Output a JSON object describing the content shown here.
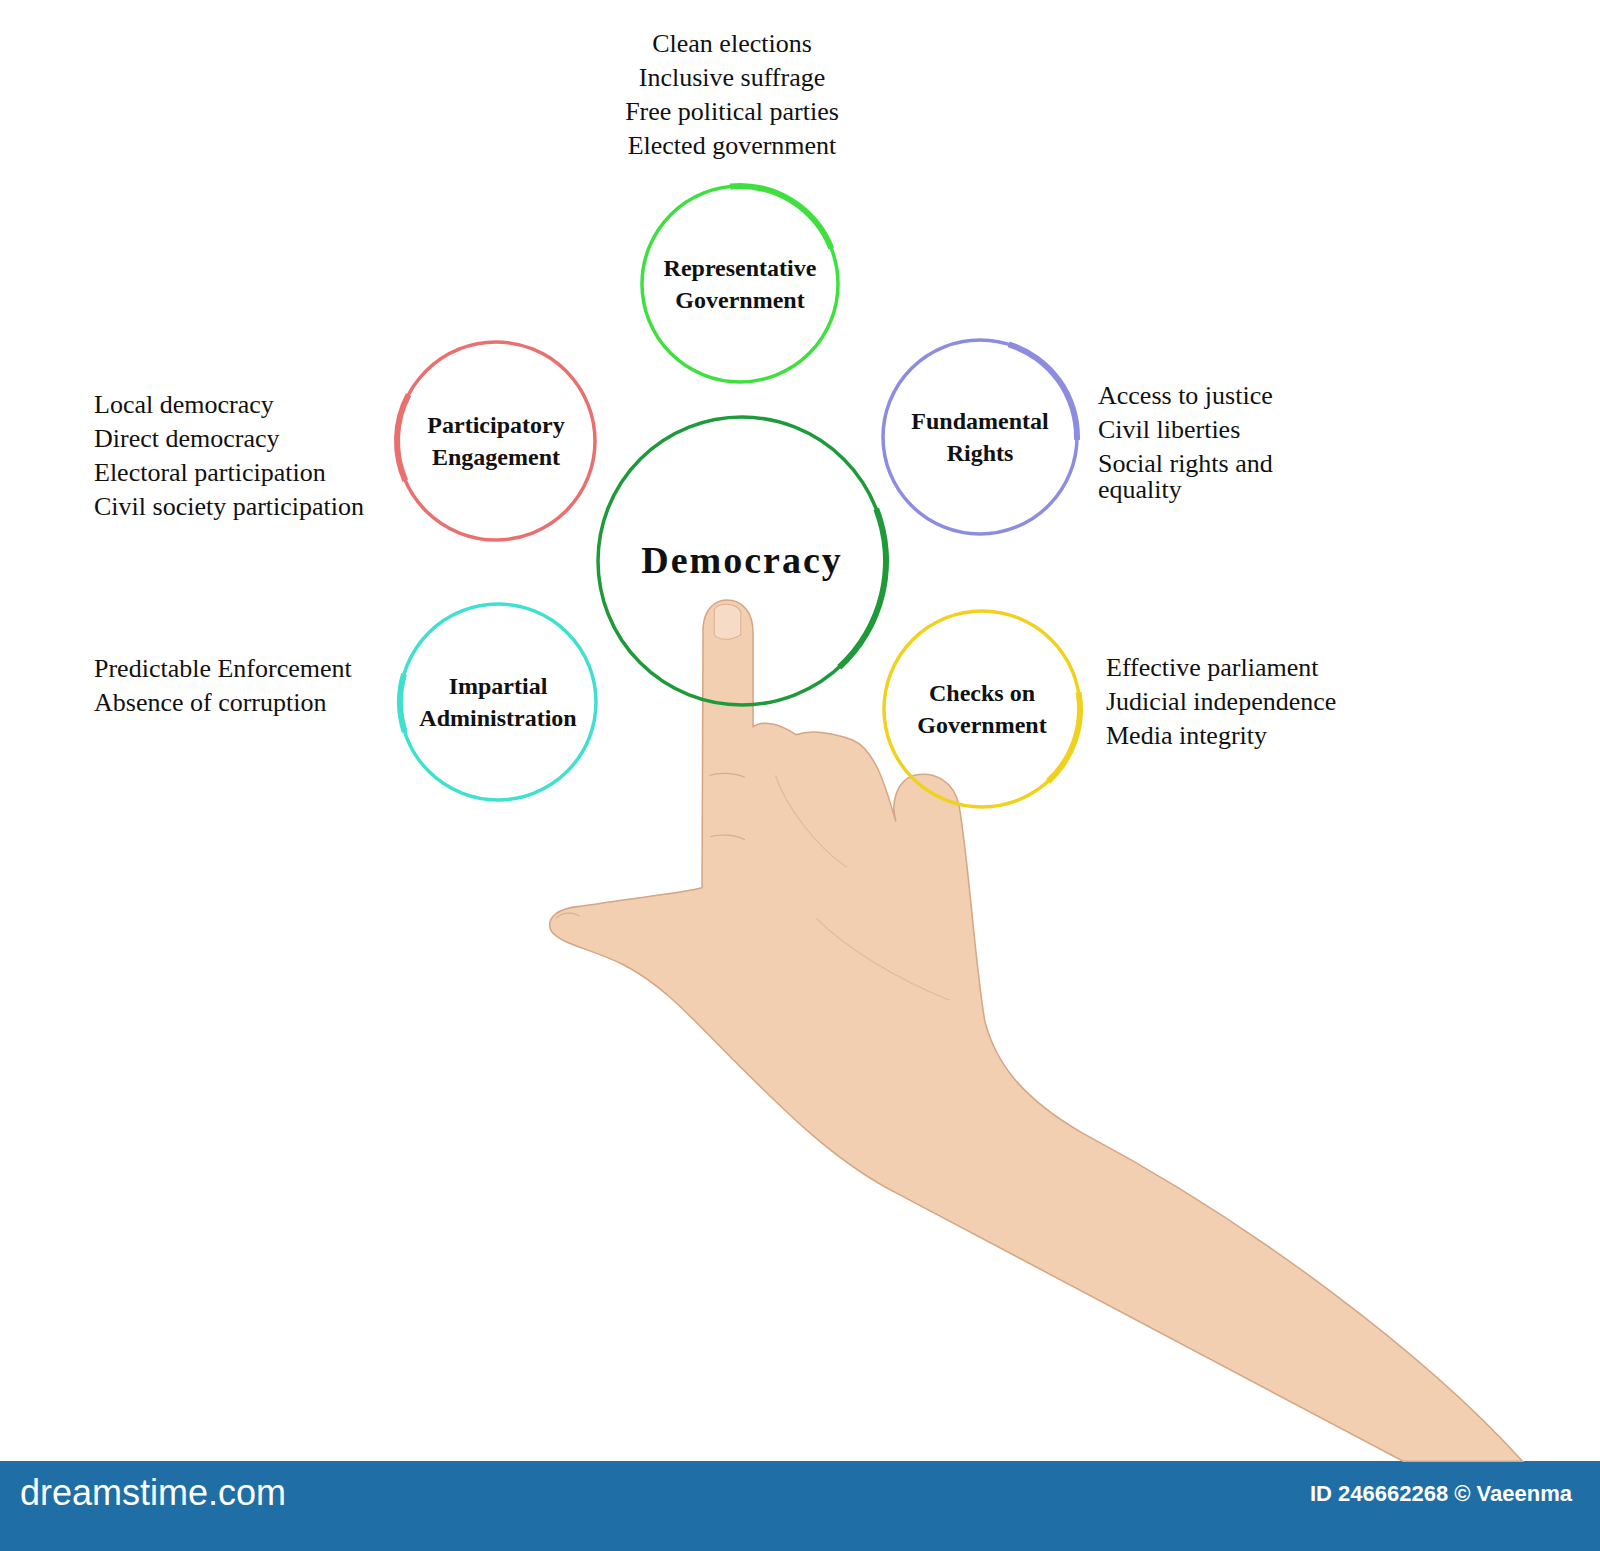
{
  "diagram": {
    "nodes": [
      {
        "text": [
          "Representative Government",
          "Clean elections",
          "Inclusive suffrage",
          "Free political parties",
          "Elected government"
        ]
      },
      {
        "text": [
          "Participatory Engagement",
          "Local democracy",
          "Direct democracy",
          "Electoral participation",
          "Civil society participation"
        ]
      },
      {
        "text": [
          "Fundamental Rights",
          "Access to justice",
          "Civil liberties",
          "Social rights and equality"
        ]
      },
      {
        "text": [
          "Democracy"
        ]
      },
      {
        "text": [
          "Impartial Administration",
          "Predictable Enforcement",
          "Absence of corruption"
        ]
      },
      {
        "text": [
          "Checks on Government",
          "Effective parliament",
          "Judicial independence",
          "Media integrity"
        ]
      }
    ],
    "labels": [
      "dreamstime.com",
      "ID 246662268 © Vaeenma"
    ]
  }
}
